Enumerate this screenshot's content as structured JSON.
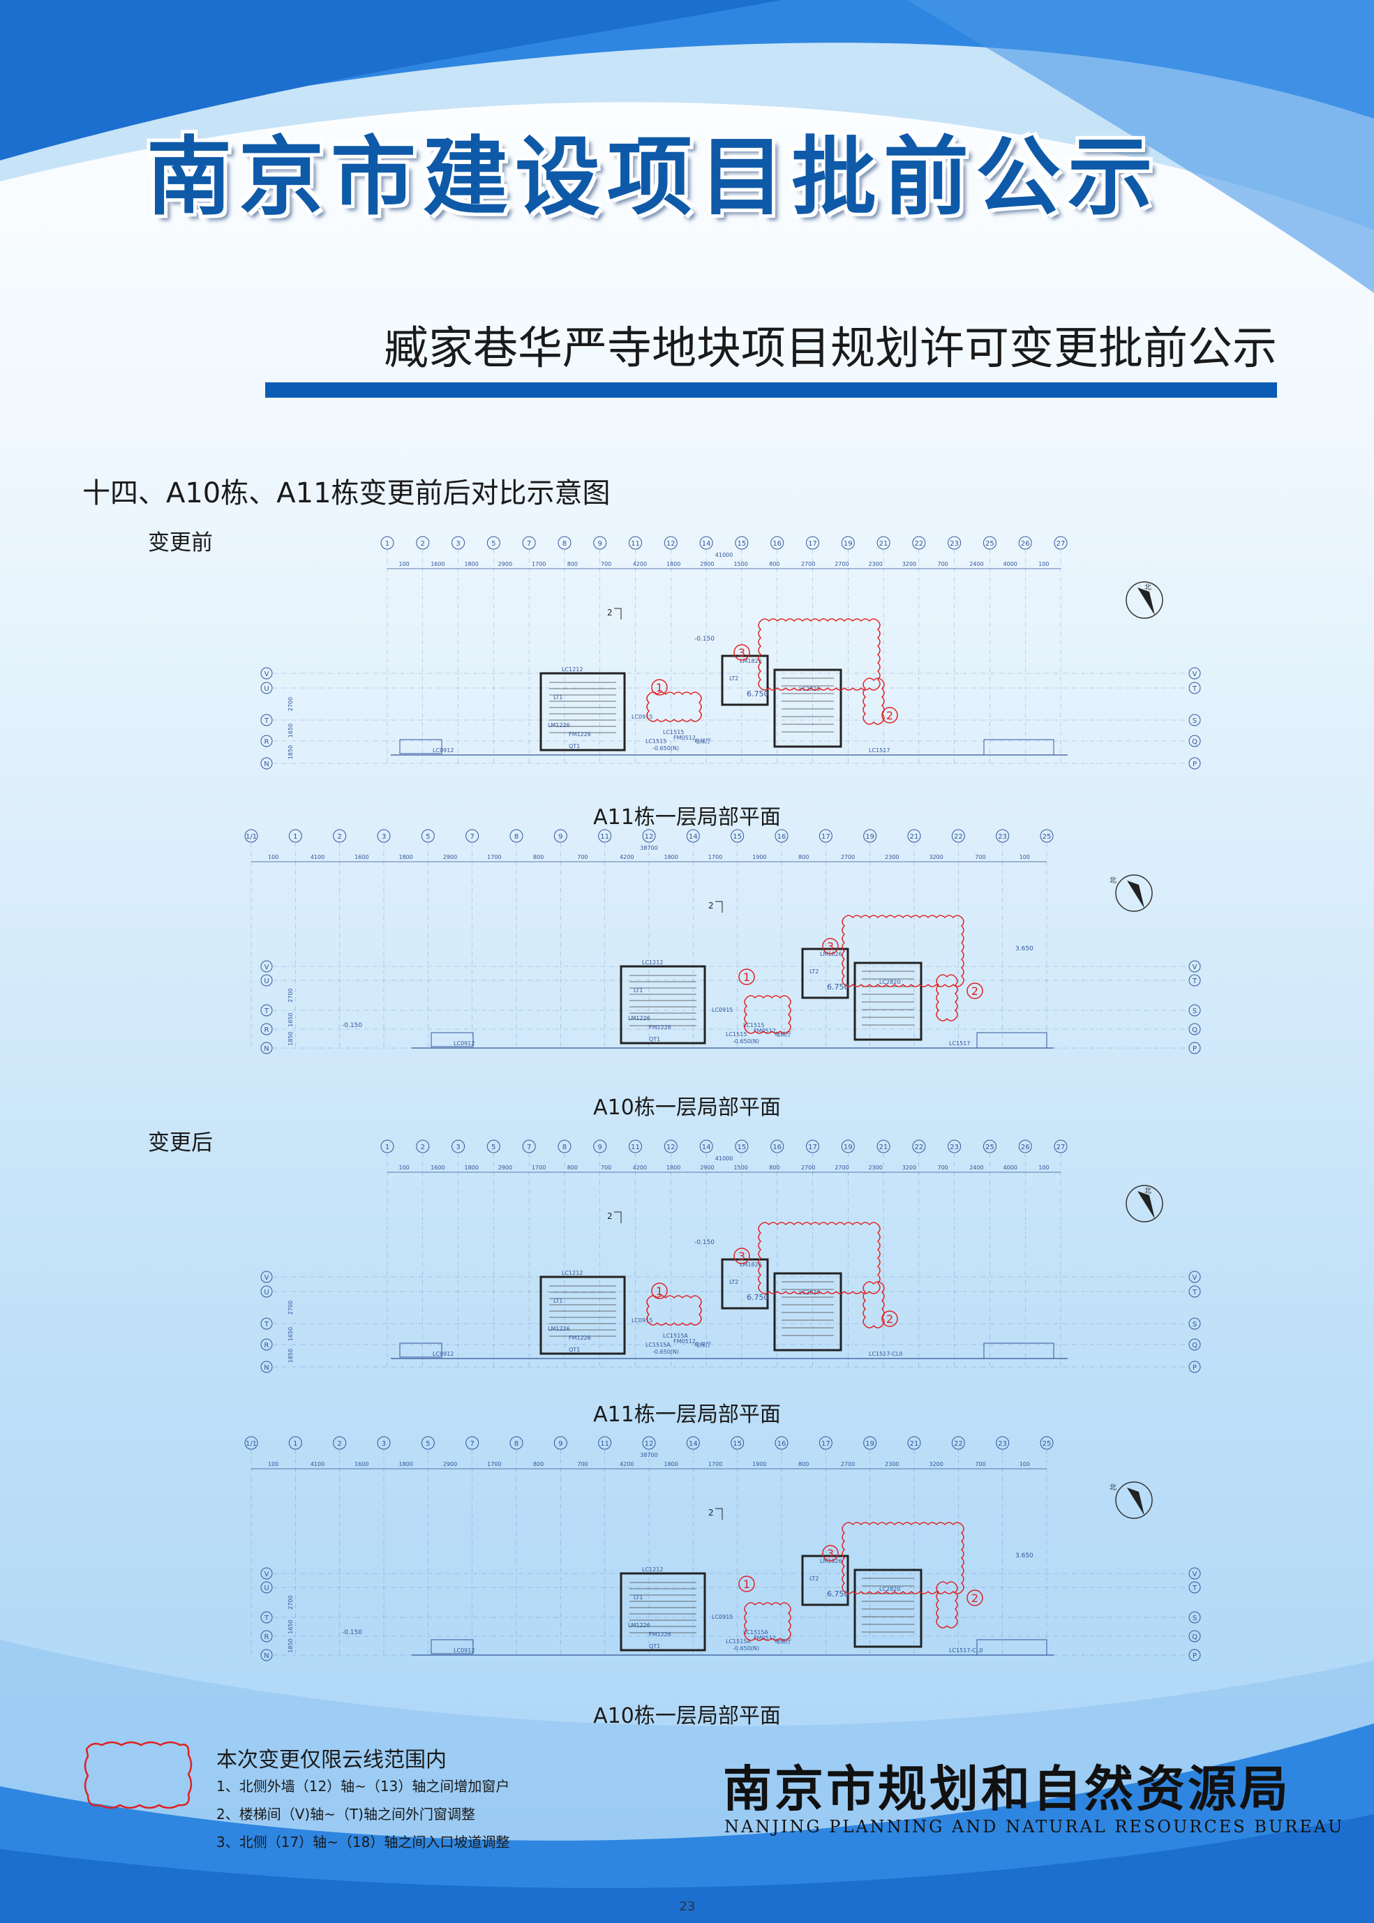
{
  "header": {
    "title": "南京市建设项目批前公示",
    "subtitle": "臧家巷华严寺地块项目规划许可变更批前公示"
  },
  "section": {
    "heading": "十四、A10栋、A11栋变更前后对比示意图",
    "before_label": "变更前",
    "after_label": "变更后"
  },
  "plans": [
    {
      "caption": "A11栋一层局部平面",
      "dims": [
        "100",
        "1600",
        "1800",
        "2900",
        "1700",
        "800",
        "700",
        "4200",
        "1800",
        "2900",
        "1500",
        "800",
        "2700",
        "2700",
        "2300",
        "3200",
        "700",
        "2400",
        "4000",
        "100"
      ]
    },
    {
      "caption": "A10栋一层局部平面",
      "dims": [
        "100",
        "4100",
        "1600",
        "1800",
        "2900",
        "1700",
        "800",
        "700",
        "4200",
        "1800",
        "1700",
        "1900",
        "800",
        "2700",
        "2300",
        "3200",
        "700",
        "100"
      ]
    },
    {
      "caption": "A11栋一层局部平面",
      "dims": [
        "100",
        "1600",
        "1800",
        "2900",
        "1700",
        "800",
        "700",
        "4200",
        "1800",
        "2900",
        "1500",
        "800",
        "2700",
        "2700",
        "2300",
        "3200",
        "700",
        "2400",
        "4000",
        "100"
      ]
    },
    {
      "caption": "A10栋一层局部平面",
      "dims": [
        "100",
        "4100",
        "1600",
        "1800",
        "2900",
        "1700",
        "800",
        "700",
        "4200",
        "1800",
        "1700",
        "1900",
        "800",
        "2700",
        "2300",
        "3200",
        "700",
        "100"
      ]
    }
  ],
  "plan_marks": {
    "grid_top_a11": [
      "1",
      "2",
      "3",
      "5",
      "7",
      "8",
      "9",
      "11",
      "12",
      "14",
      "15",
      "16",
      "17",
      "19",
      "21",
      "22",
      "23",
      "25",
      "26",
      "27"
    ],
    "grid_top_a10": [
      "1/1",
      "1",
      "2",
      "3",
      "5",
      "7",
      "8",
      "9",
      "11",
      "12",
      "14",
      "15",
      "16",
      "17",
      "19",
      "21",
      "22",
      "23",
      "25"
    ],
    "grid_rows_a11": [
      "V",
      "U",
      "T",
      "R",
      "N"
    ],
    "grid_rows_a11_right": [
      "V",
      "T",
      "S",
      "Q",
      "P"
    ],
    "grid_rows_a10": [
      "V",
      "U",
      "T",
      "R",
      "N"
    ],
    "grid_rows_a10_right": [
      "V",
      "T",
      "S",
      "Q",
      "P"
    ],
    "row_dims_a11": [
      "2700",
      "1650",
      "1850"
    ],
    "row_dims_a10": [
      "2700",
      "1650",
      "1850"
    ],
    "total_a11": "41000",
    "total_a10": "38700",
    "level_a": "-0.150",
    "level_b": "-0.650(N)",
    "level_c": "3.650",
    "elev_mark": "6.750",
    "room_labels_before": [
      "LC1212",
      "LT1",
      "LM1226",
      "FM1226",
      "LC0915",
      "LC1515",
      "FM0512",
      "LT2",
      "LM1826",
      "LC2820",
      "LC1517",
      "LC0912",
      "LC1515",
      "QT1",
      "电梯厅"
    ],
    "room_labels_after": [
      "LC1212",
      "LT1",
      "LM1226",
      "FM1226",
      "LC0915",
      "LC1515A",
      "FM0512",
      "LT2",
      "LM1826",
      "LC2820",
      "LC1517-CL0",
      "LC0912",
      "LC1515A",
      "QT1",
      "电梯厅"
    ],
    "north": "北",
    "marker_2": "2",
    "markers": [
      "1",
      "2",
      "3"
    ]
  },
  "legend": {
    "title": "本次变更仅限云线范围内",
    "items": [
      "1、北侧外墙（12）轴~（13）轴之间增加窗户",
      "2、楼梯间（V)轴~（T)轴之间外门窗调整",
      "3、北侧（17）轴~（18）轴之间入口坡道调整"
    ]
  },
  "footer": {
    "bureau_cn": "南京市规划和自然资源局",
    "bureau_en": "NANJING PLANNING AND NATURAL RESOURCES BUREAU",
    "page": "23"
  },
  "colors": {
    "title_blue": "#0e5aa8",
    "rule_blue": "#0b5db3",
    "line_blue": "#33559a",
    "cloud_red": "#e02020"
  }
}
